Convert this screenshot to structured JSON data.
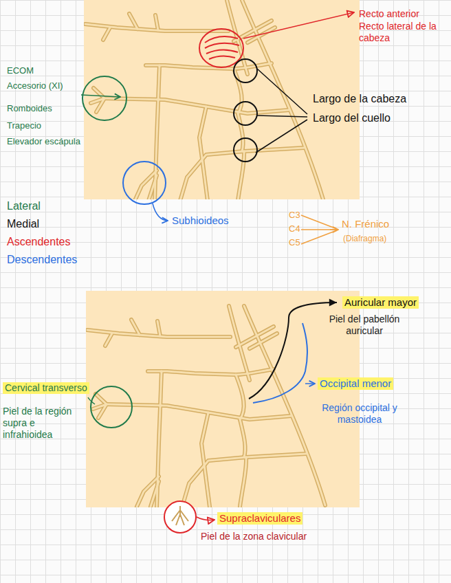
{
  "diagram": {
    "labels": [
      "Recto anterior",
      "Recto lateral de la cabeza",
      "ECOM",
      "Accesorio (XI)",
      "Largo de la cabeza",
      "Romboides",
      "Largo del cuello",
      "Trapecio",
      "Elevador escápula",
      "Lateral",
      "Subhioideos",
      "C3",
      "Medial",
      "C4",
      "N. Frénico",
      "Ascendentes",
      "C5",
      "(Diafragma)",
      "Descendentes",
      "Auricular mayor",
      "Piel del pabellón auricular",
      "Cervical transverso",
      "Occipital menor",
      "Piel de la región supra e infrahioidea",
      "Región occipital y mastoidea",
      "Supraclaviculares",
      "Piel de la zona clavicular"
    ]
  }
}
